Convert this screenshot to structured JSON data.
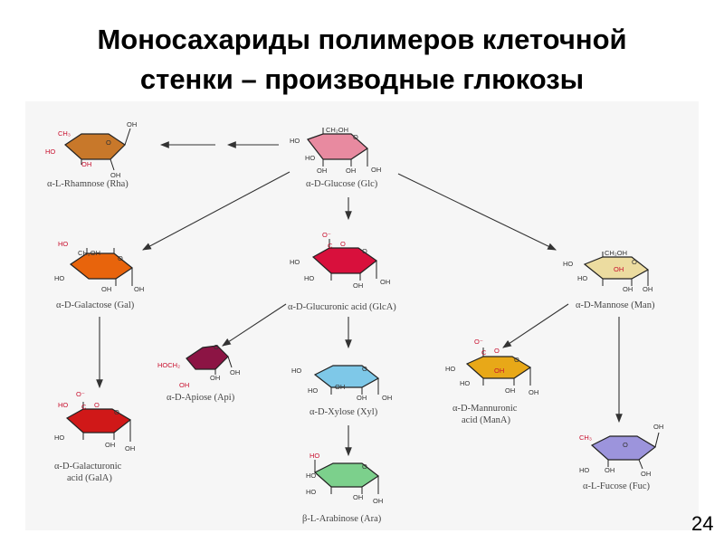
{
  "title": {
    "line1": "Моносахариды полимеров клеточной",
    "line2": "стенки – производные глюкозы"
  },
  "page_number": "24",
  "colors": {
    "glucose": "#e88aa0",
    "rhamnose": "#c8782a",
    "galactose": "#e8640c",
    "glucuronic": "#d8103c",
    "mannose": "#ecdca0",
    "apiose": "#8c1444",
    "xylose": "#7ec8e8",
    "mannuronic": "#e8a818",
    "galacturonic": "#d01818",
    "arabinose": "#7cd08c",
    "fucose": "#9c94dc"
  },
  "groups": {
    "oh": "OH",
    "ho": "HO",
    "ch2oh": "CH₂OH",
    "ch3": "CH₃",
    "hoch2": "HOCH₂",
    "c": "C",
    "o": "O",
    "ominus": "O⁻"
  },
  "sugars": {
    "rhamnose": "α-L-Rhamnose (Rha)",
    "glucose": "α-D-Glucose (Glc)",
    "galactose": "α-D-Galactose (Gal)",
    "glucuronic": "α-D-Glucuronic acid (GlcA)",
    "mannose": "α-D-Mannose (Man)",
    "apiose": "α-D-Apiose (Api)",
    "xylose": "α-D-Xylose (Xyl)",
    "mannuronic_1": "α-D-Mannuronic",
    "mannuronic_2": "acid (ManA)",
    "galacturonic_1": "α-D-Galacturonic",
    "galacturonic_2": "acid (GalA)",
    "arabinose": "β-L-Arabinose (Ara)",
    "fucose": "α-L-Fucose (Fuc)"
  }
}
